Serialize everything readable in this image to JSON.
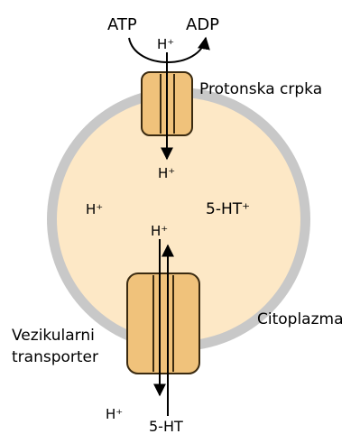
{
  "labels": {
    "atp": "ATP",
    "adp": "ADP",
    "h_top": "H⁺",
    "protonska_crpka": "Protonska crpka",
    "h_below_pump": "H⁺",
    "h_left_vesicle": "H⁺",
    "ht_inside": "5-HT⁺",
    "h_above_transporter": "H⁺",
    "citoplazma": "Citoplazma",
    "vezikularni_line1": "Vezikularni",
    "vezikularni_line2": "transporter",
    "h_bottom_left": "H⁺",
    "ht_bottom": "5-HT"
  },
  "colors": {
    "vesicle_fill": "#fde8c6",
    "membrane": "#c8c8c8",
    "channel_fill": "#f0c27b",
    "channel_stroke": "#3a2a10",
    "arrow": "#000000"
  }
}
